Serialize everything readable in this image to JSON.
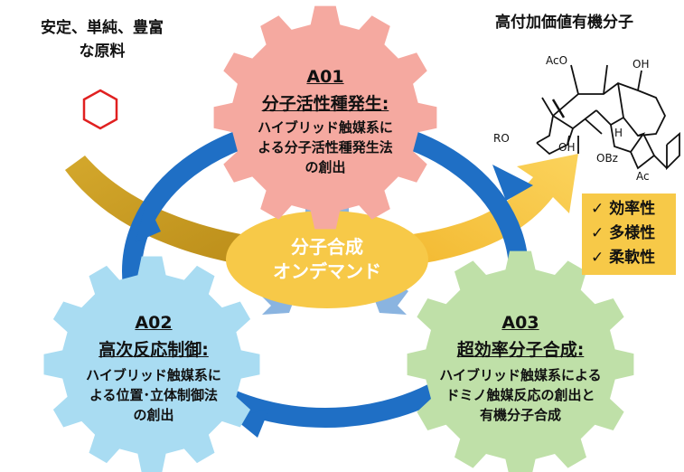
{
  "colors": {
    "cycle_blue": "#1f6fc5",
    "feed_arrow_gold": "#c9a12a",
    "product_arrow_yellow": "#f5c542",
    "hub_yellow": "#f7c948",
    "gear_a01_pink": "#f5a9a0",
    "gear_a02_blue": "#a9dcf2",
    "gear_a03_green": "#bfe0a8",
    "connector_blue": "#8ab4e0",
    "benzene_red": "#e02020"
  },
  "inputs": {
    "line1": "安定、単純、豊富",
    "line2": "な原料"
  },
  "product": {
    "title": "高付加価値有機分子",
    "labels": {
      "ac_o_top": "AcO",
      "oh_top": "OH",
      "ro": "RO",
      "h": "H",
      "oh_bottom": "OH",
      "obz": "OBz",
      "ac_bottom": "Ac"
    }
  },
  "features": [
    "✓ 効率性",
    "✓ 多様性",
    "✓ 柔軟性"
  ],
  "hub": {
    "line1": "分子合成",
    "line2": "オンデマンド"
  },
  "gears": {
    "a01": {
      "code": "A01",
      "title": "分子活性種発生:",
      "desc1": "ハイブリッド触媒系に",
      "desc2": "よる分子活性種発生法",
      "desc3": "の創出"
    },
    "a02": {
      "code": "A02",
      "title": "高次反応制御:",
      "desc1": "ハイブリッド触媒系に",
      "desc2": "よる位置･立体制御法",
      "desc3": "の創出"
    },
    "a03": {
      "code": "A03",
      "title": "超効率分子合成:",
      "desc1": "ハイブリッド触媒系による",
      "desc2": "ドミノ触媒反応の創出と",
      "desc3": "有機分子合成"
    }
  }
}
